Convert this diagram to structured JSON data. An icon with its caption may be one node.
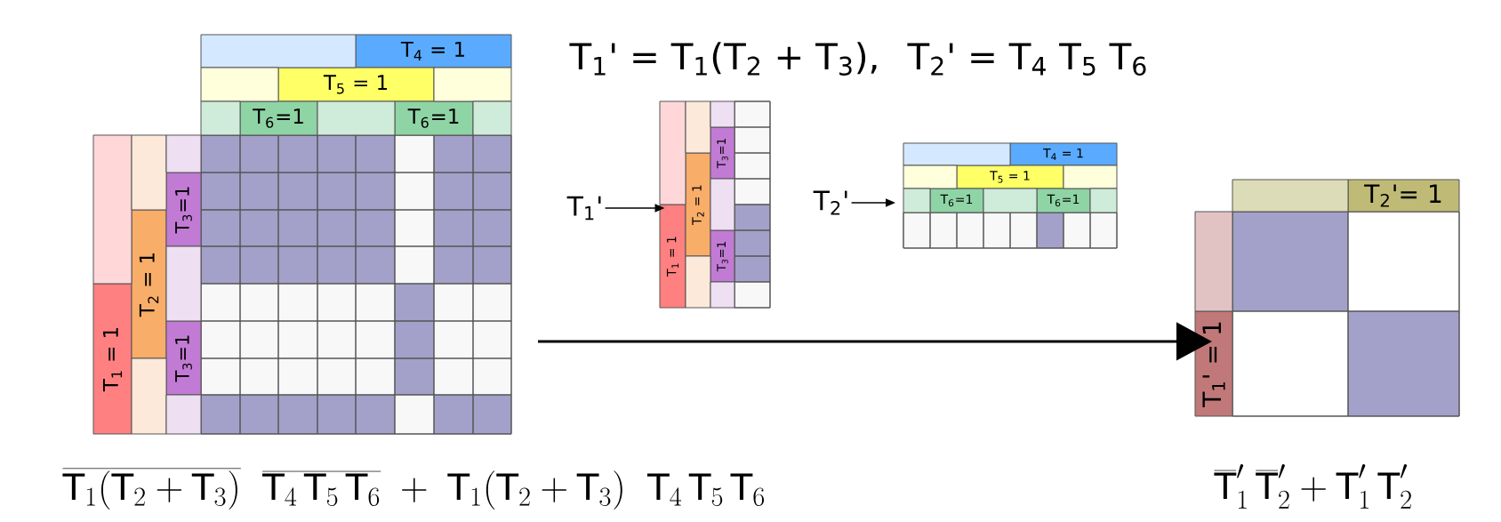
{
  "diagram": {
    "nodes": [
      {
        "text": [],
        "shape": "box"
      },
      {
        "text": [
          "T$_{4}$ = 1"
        ]
      },
      {
        "text": [
          "T$_{5}$ = 1"
        ]
      },
      {
        "text": [
          "T$_{6}$=1"
        ]
      },
      {
        "text": [
          "T$_{6}$=1"
        ]
      },
      {
        "text": [
          "T$_{1}$ = 1"
        ]
      },
      {
        "text": [
          "T$_{2}$ = 1"
        ]
      },
      {
        "text": [
          "T$_{3}$=1"
        ]
      },
      {
        "text": [
          "T$_{3}$=1"
        ]
      },
      {
        "text": [
          "T$_{1}$'"
        ]
      },
      {
        "text": [],
        "shape": "box"
      },
      {
        "text": [
          "T$_{1}$ = 1"
        ]
      },
      {
        "text": [
          "T$_{2}$ = 1"
        ]
      },
      {
        "text": [
          "T$_{3}$=1"
        ]
      },
      {
        "text": [
          "T$_{3}$=1"
        ]
      },
      {
        "text": [
          "T$_{2}$'"
        ]
      },
      {
        "text": [],
        "shape": "box"
      },
      {
        "text": [
          "T$_{4}$ = 1"
        ]
      },
      {
        "text": [
          "T$_{5}$ = 1"
        ]
      },
      {
        "text": [
          "T$_{6}$=1"
        ]
      },
      {
        "text": [
          "T$_{6}$=1"
        ]
      },
      {
        "text": [],
        "shape": "box"
      },
      {
        "text": [
          "T$_{2}$'= 1"
        ]
      },
      {
        "text": [
          "T$_{1}$' = 1"
        ]
      },
      {
        "text": [],
        "shape": "bar"
      },
      {
        "text": [],
        "shape": "bar"
      },
      {
        "text": [],
        "shape": "bar"
      },
      {
        "text": [],
        "shape": "bar"
      },
      {
        "text": [],
        "shape": "bar"
      },
      {
        "text": [],
        "shape": "bar"
      },
      {
        "text": [],
        "shape": "bar"
      },
      {
        "text": [],
        "shape": "bar"
      },
      {
        "text": [],
        "shape": "bar"
      },
      {
        "text": [],
        "shape": "bar"
      },
      {
        "text": [],
        "shape": "bar"
      },
      {
        "text": [],
        "shape": "bar"
      },
      {
        "text": [],
        "shape": "bar"
      },
      {
        "text": [],
        "shape": "bar"
      },
      {
        "text": [],
        "shape": "bar"
      },
      {
        "text": [],
        "shape": "bar"
      },
      {
        "text": [],
        "shape": "bar"
      },
      {
        "text": [],
        "shape": "bar"
      },
      {
        "text": [],
        "shape": "bar"
      },
      {
        "text": [],
        "shape": "bar"
      },
      {
        "text": [],
        "shape": "bar"
      },
      {
        "text": [],
        "shape": "bar"
      },
      {
        "text": [],
        "shape": "bar"
      },
      {
        "text": [],
        "shape": "bar"
      },
      {
        "text": [],
        "shape": "bar"
      },
      {
        "text": [],
        "shape": "bar"
      }
    ],
    "edges": [
      {
        "from": 9,
        "to": 11,
        "arrow": "to"
      },
      {
        "from": 15,
        "to": 45,
        "arrow": "to"
      },
      {
        "from": 0,
        "to": 23,
        "arrow": "to"
      }
    ],
    "labels": [
      "T$_{1}$' = T$_{1}$(T$_{2}$ + T$_{3}$),",
      "T$_{2}$' = T$_{4}$ T$_{5}$ T$_{6}$",
      "\\overline{\\mathsf{T}_1(\\mathsf{T}_2+\\mathsf{T}_3)}\\;\\;\\overline{\\mathsf{T}_4\\,\\mathsf{T}_5\\,\\mathsf{T}_6}\\;+\\;\\mathsf{T}_1(\\mathsf{T}_2+\\mathsf{T}_3)\\;\\;\\mathsf{T}_4\\,\\mathsf{T}_5\\,\\mathsf{T}_6",
      "\\overline{\\mathsf{T}}_1'\\,\\overline{\\mathsf{T}}_2'+\\mathsf{T}_1'\\,\\mathsf{T}_2'"
    ]
  }
}
